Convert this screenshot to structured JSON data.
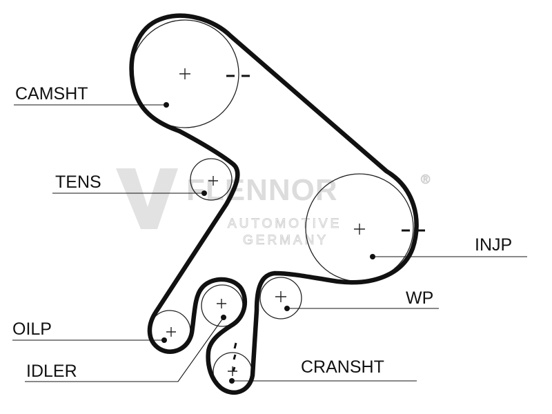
{
  "labels": {
    "camshaft": "CAMSHT",
    "tensioner": "TENS",
    "injection_pump": "INJP",
    "water_pump": "WP",
    "oil_pump": "OILP",
    "idler": "IDLER",
    "crankshaft": "CRANSHT"
  },
  "watermark": {
    "brand": "FLENNOR",
    "registered": "®",
    "line1": "AUTOMOTIVE",
    "line2": "GERMANY"
  },
  "colors": {
    "belt": "#111111",
    "pulley": "#222222",
    "watermark": "#dcdcdc"
  }
}
